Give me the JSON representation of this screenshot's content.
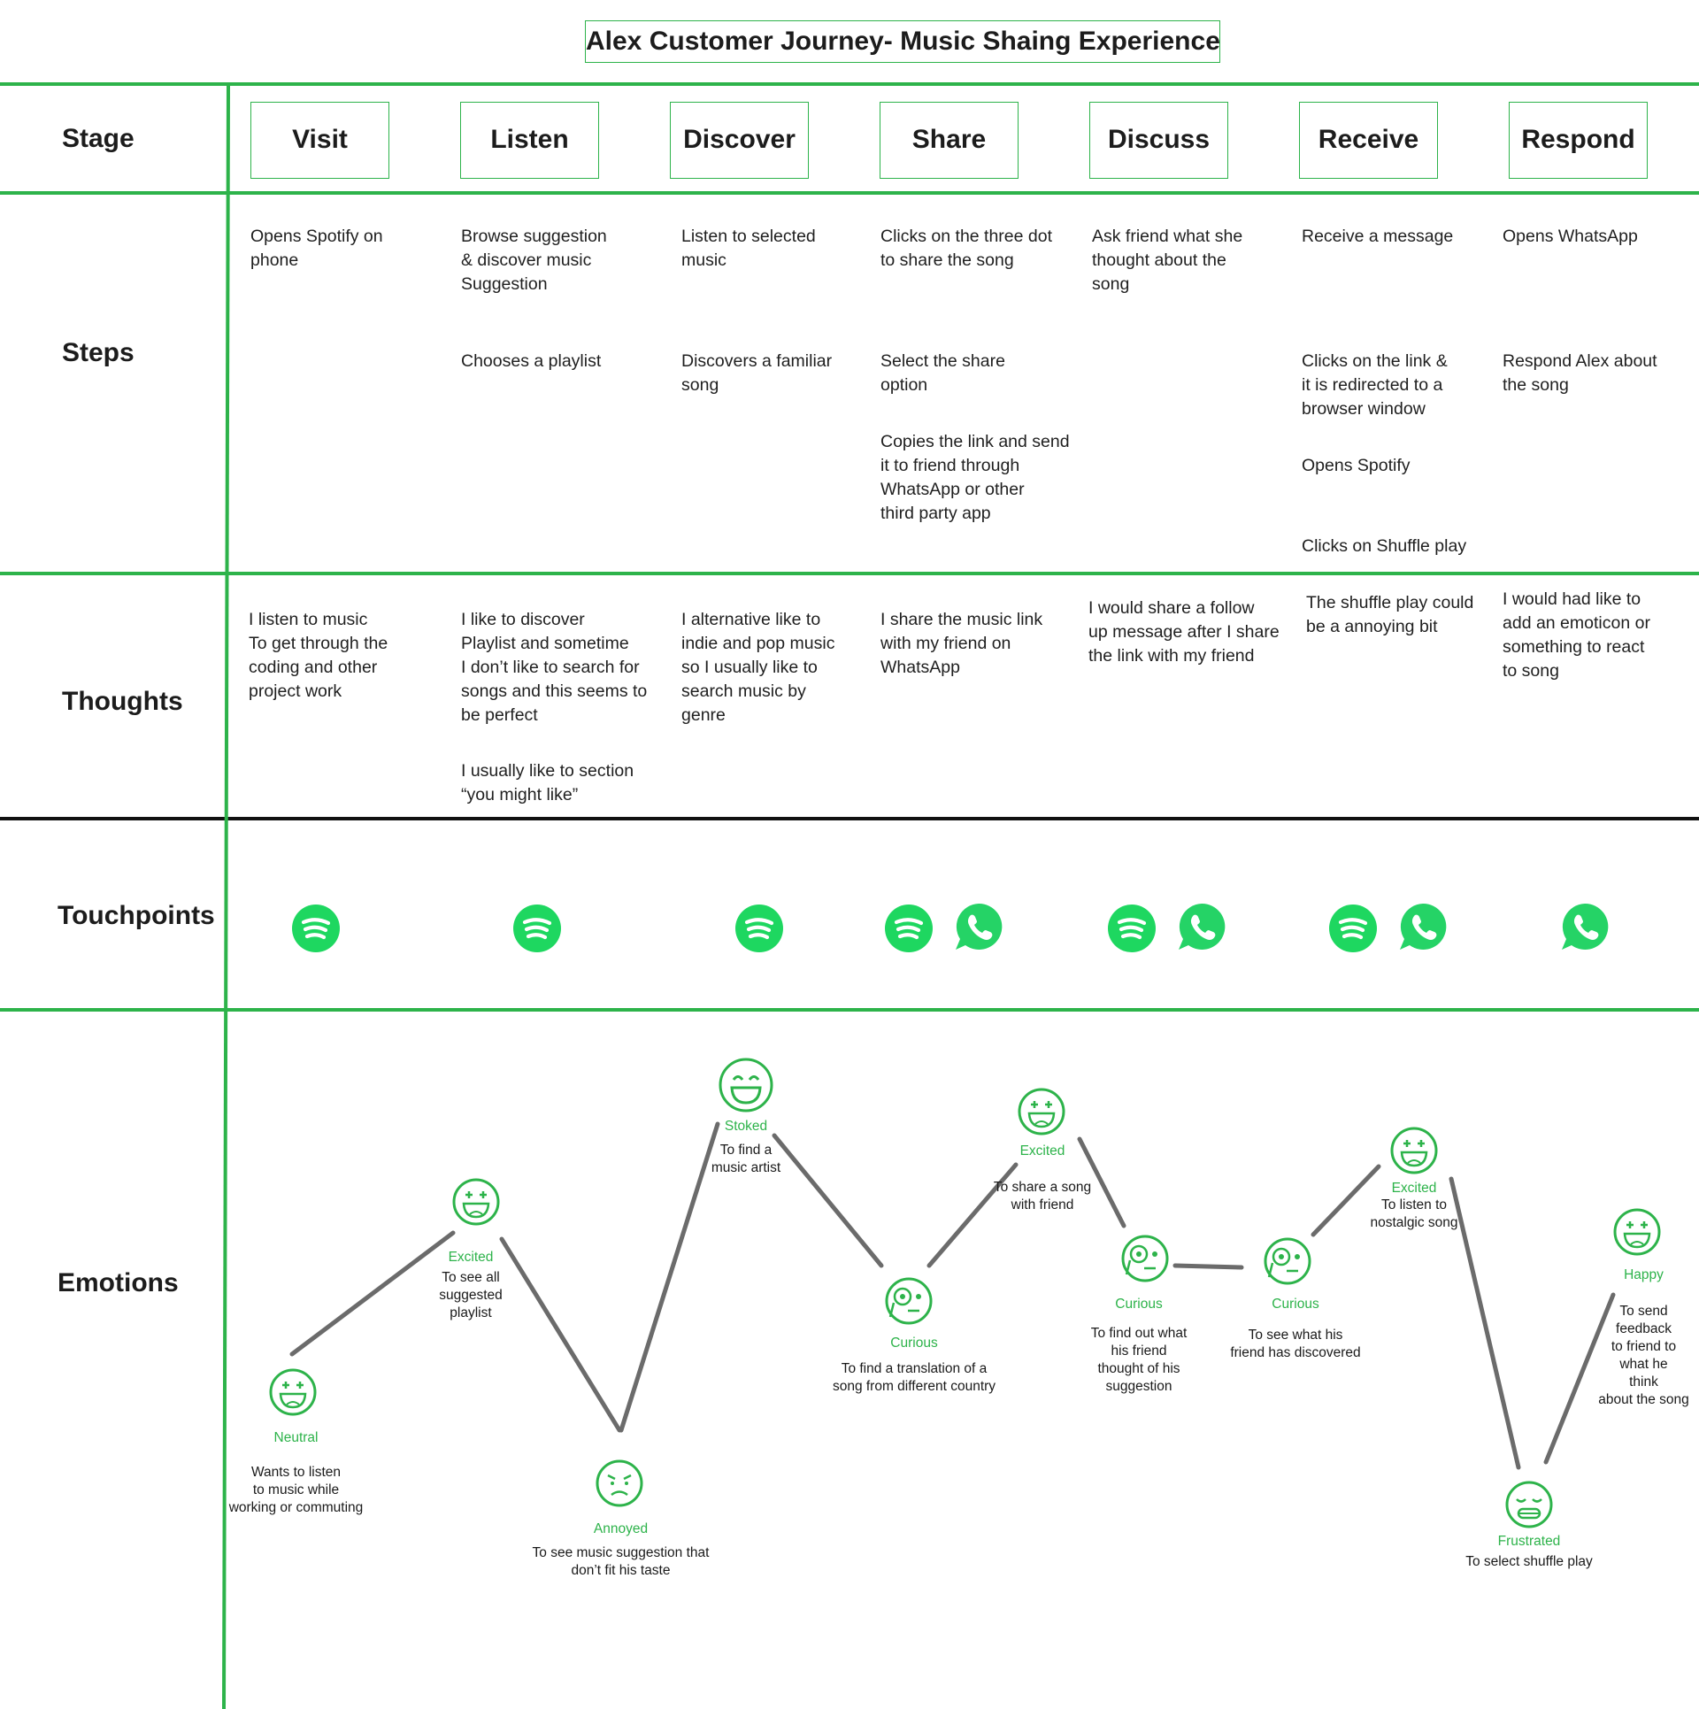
{
  "title": "Alex Customer Journey- Music Shaing Experience",
  "colors": {
    "accent": "#2db34a",
    "spotify": "#1ed760",
    "whatsapp": "#25d366",
    "curve": "#6b6b6b"
  },
  "rows": {
    "stage": "Stage",
    "steps": "Steps",
    "thoughts": "Thoughts",
    "touchpoints": "Touchpoints",
    "emotions": "Emotions"
  },
  "stages": [
    "Visit",
    "Listen",
    "Discover",
    "Share",
    "Discuss",
    "Receive",
    "Respond"
  ],
  "steps": {
    "visit": [
      "Opens Spotify on\n phone"
    ],
    "listen": [
      "Browse suggestion\n & discover music\nSuggestion",
      "Chooses a playlist"
    ],
    "discover": [
      "Listen to selected\n music",
      "Discovers a familiar\nsong"
    ],
    "share": [
      "Clicks on the three dot\n to share the song",
      "Select the share\noption",
      "Copies the link and send\n it to friend through\nWhatsApp or other\nthird party app"
    ],
    "discuss": [
      "Ask friend what she\nthought about the\n song"
    ],
    "receive": [
      "Receive a message",
      "Clicks on the link &\n it is redirected to a\nbrowser window",
      "Opens Spotify",
      "Clicks on Shuffle play"
    ],
    "respond": [
      "Opens WhatsApp",
      "Respond Alex about\nthe song"
    ]
  },
  "thoughts": {
    "visit": "I listen to music\nTo get through the\ncoding and other\nproject work",
    "listen": [
      "I like to discover\nPlaylist and sometime\nI don’t like  to search for\nsongs and this seems to\n be perfect",
      "I usually like to section\n“you might like”"
    ],
    "discover": "I alternative like to\nindie and pop music\nso I usually like to\nsearch music by\n genre",
    "share": "I share the music link\n with my friend on\nWhatsApp",
    "discuss": "I would share a follow\nup message after I share\n the link with my friend",
    "receive": "The shuffle play could\nbe a annoying bit",
    "respond": "I would had like to\nadd an emoticon or\nsomething to react\nto song"
  },
  "touchpoints": [
    [
      "spotify-icon"
    ],
    [
      "spotify-icon"
    ],
    [
      "spotify-icon"
    ],
    [
      "spotify-icon",
      "whatsapp-icon"
    ],
    [
      "spotify-icon",
      "whatsapp-icon"
    ],
    [
      "spotify-icon",
      "whatsapp-icon"
    ],
    [
      "whatsapp-icon"
    ]
  ],
  "emotions": [
    {
      "face": "excited-face-icon",
      "name": "Neutral",
      "desc": "Wants to listen\nto music while\nworking or commuting"
    },
    {
      "face": "excited-face-icon",
      "name": "Excited",
      "desc": "To see all\nsuggested\nplaylist"
    },
    {
      "face": "annoyed-face-icon",
      "name": "Annoyed",
      "desc": "To see music suggestion that\ndon’t fit his taste"
    },
    {
      "face": "stoked-face-icon",
      "name": "Stoked",
      "desc": "To find a\nmusic artist"
    },
    {
      "face": "curious-face-icon",
      "name": "Curious",
      "desc": "To find a translation of a\nsong from different country"
    },
    {
      "face": "excited-face-icon",
      "name": "Excited",
      "desc": "To share a song\nwith friend"
    },
    {
      "face": "curious-face-icon",
      "name": "Curious",
      "desc": "To find out what\nhis friend\nthought of his\nsuggestion"
    },
    {
      "face": "curious-face-icon",
      "name": "Curious",
      "desc": "To see what his\nfriend has discovered"
    },
    {
      "face": "excited-face-icon",
      "name": "Excited",
      "desc": "To listen to\nnostalgic song"
    },
    {
      "face": "frustrated-face-icon",
      "name": "Frustrated",
      "desc": "To select shuffle play"
    },
    {
      "face": "excited-face-icon",
      "name": "Happy",
      "desc": "To send\nfeedback\nto friend to\nwhat he\nthink\nabout the song"
    }
  ]
}
